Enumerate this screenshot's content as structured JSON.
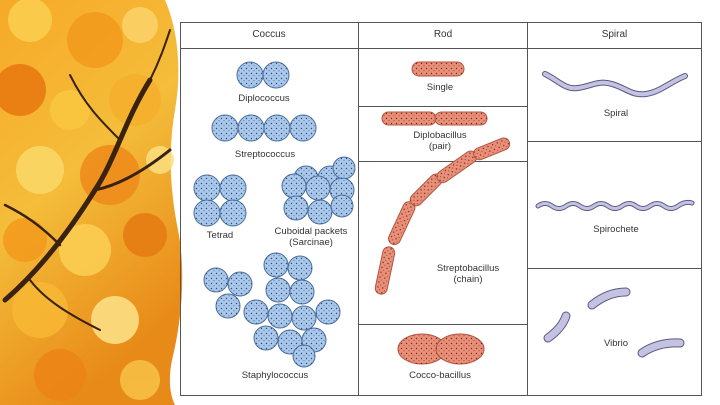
{
  "columns": {
    "coccus": "Coccus",
    "rod": "Rod",
    "spiral": "Spiral"
  },
  "coccus_types": {
    "diplococcus": "Diplococcus",
    "streptococcus": "Streptococcus",
    "tetrad": "Tetrad",
    "cuboidal": "Cuboidal packets\n(Sarcinae)",
    "staphylococcus": "Staphylococcus"
  },
  "rod_types": {
    "single": "Single",
    "diplobacillus": "Diplobacillus\n(pair)",
    "streptobacillus": "Streptobacillus\n(chain)",
    "coccobacillus": "Cocco-bacillus"
  },
  "spiral_types": {
    "spiral": "Spiral",
    "spirochete": "Spirochete",
    "vibrio": "Vibrio"
  },
  "colors": {
    "coccus_fill": "#a9c8ec",
    "coccus_stroke": "#4a6f9c",
    "rod_fill": "#e8907a",
    "rod_stroke": "#b4553f",
    "spiral_stroke": "#8a86b6",
    "autumn_orange": "#f0a020",
    "branch": "#3a2210"
  }
}
